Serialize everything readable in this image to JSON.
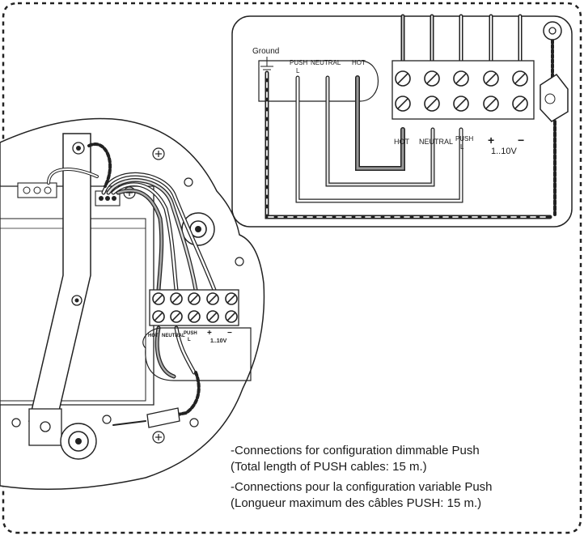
{
  "inset": {
    "ground": "Ground",
    "top_labels": {
      "push": "PUSH",
      "push_l": "L",
      "neutral": "NEUTRAL",
      "hot": "HOT"
    },
    "bottom_labels": {
      "hot": "HOT",
      "neutral": "NEUTRAL",
      "push": "PUSH",
      "push_l": "L",
      "plus": "+",
      "minus": "−",
      "range": "1..10V"
    }
  },
  "fixture": {
    "terminal_labels": {
      "hot": "HOT",
      "neutral": "NEUTRAL",
      "push": "PUSH",
      "push_l": "L",
      "plus": "+",
      "minus": "−",
      "range": "1..10V"
    }
  },
  "notes": {
    "line1": "-Connections for configuration dimmable Push",
    "line2": "(Total length of PUSH cables: 15 m.)",
    "line3": "-Connections pour la configuration variable Push",
    "line4": "(Longueur maximum des câbles PUSH: 15 m.)"
  }
}
